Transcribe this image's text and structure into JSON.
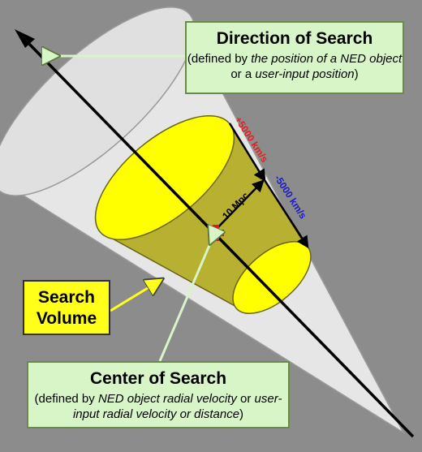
{
  "direction_box": {
    "title": "Direction of Search",
    "note_plain_1": "(defined by ",
    "note_italic_1": "the position of a NED object",
    "note_plain_2": " or a ",
    "note_italic_2": "user-input position",
    "note_plain_3": ")"
  },
  "center_box": {
    "title": "Center of Search",
    "note_plain_1": "(defined by ",
    "note_italic_1": "NED object radial velocity",
    "note_plain_2": " or ",
    "note_italic_2": "user-input radial velocity or distance",
    "note_plain_3": ")"
  },
  "volume_box": {
    "line1": "Search",
    "line2": "Volume"
  },
  "measurements": {
    "plus_velocity": "+5000 km/s",
    "minus_velocity": "-5000 km/s",
    "distance": "10 Mpc"
  },
  "colors": {
    "background": "#8c8c8c",
    "cone": "#e6e6e6",
    "volume": "#b7b030",
    "ellipse": "#ffff00",
    "label_box": "#d8f5c8",
    "plus_color": "#e02020",
    "minus_color": "#1a1ac8",
    "center_marker": "#e01818"
  }
}
